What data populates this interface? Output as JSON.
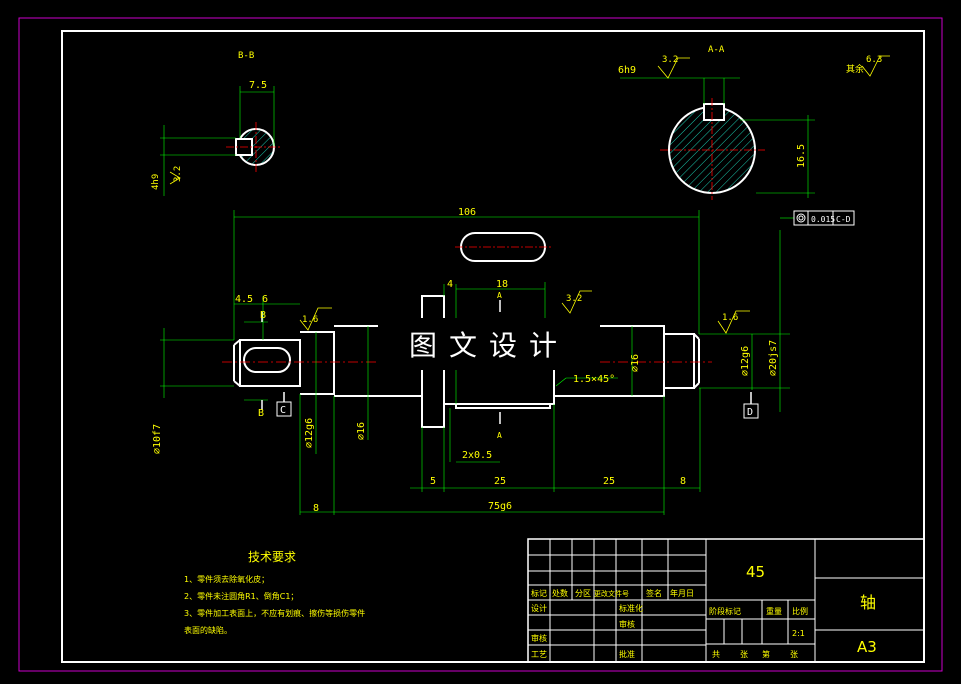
{
  "sections": {
    "bb": {
      "title": "B-B",
      "width": "7.5",
      "depth": "4h9",
      "roughness": "3.2"
    },
    "aa": {
      "title": "A-A",
      "fit": "6h9",
      "roughness": "3.2",
      "depth": "16.5"
    },
    "rest_roughness": {
      "label": "其余",
      "value": "6.3"
    }
  },
  "dims": {
    "overall": "106",
    "d1": "4.5",
    "d2": "6",
    "keyway_offset": "4",
    "keyway_len": "18",
    "chamfer": "1.5×45°",
    "groove": "2x0.5",
    "seg1": "5",
    "seg2": "25",
    "seg3": "25",
    "seg4": "8",
    "seg_left": "8",
    "len_75": "75g6",
    "dia_10f7": "⌀10f7",
    "dia_12g6_left": "⌀12g6",
    "dia_16_left": "⌀16",
    "dia_16_right": "⌀16",
    "dia_12g6_right": "⌀12g6",
    "dia_20js7": "⌀20js7",
    "rough_left": "1.6",
    "rough_mid": "3.2",
    "rough_right": "1.6",
    "datum_b_label": "B",
    "datum_b_label2": "B",
    "datum_c": "C",
    "datum_d": "D",
    "sec_a_top": "A",
    "sec_a_bottom": "A",
    "tol_value": "0.015",
    "tol_ref": "C-D"
  },
  "watermark": "图文设计",
  "notes": {
    "title": "技术要求",
    "items": [
      "1、零件须去除氧化皮；",
      "2、零件未注圆角R1、倒角C1；",
      "3、零件加工表面上，不应有划痕、擦伤等损伤零件",
      "表面的缺陷。"
    ]
  },
  "title_block": {
    "material": "45",
    "name": "轴",
    "size": "A3",
    "scale": "2:1",
    "headers": [
      "标记",
      "处数",
      "分区",
      "更改文件号",
      "签名",
      "年月日"
    ],
    "rows": [
      "设计",
      "审核",
      "工艺"
    ],
    "std": [
      "标准化",
      "阶段标记",
      "重量",
      "比例"
    ],
    "mid": [
      "标准化",
      "审核",
      "批准"
    ],
    "sheet": [
      "共",
      "张",
      "第",
      "张"
    ]
  }
}
